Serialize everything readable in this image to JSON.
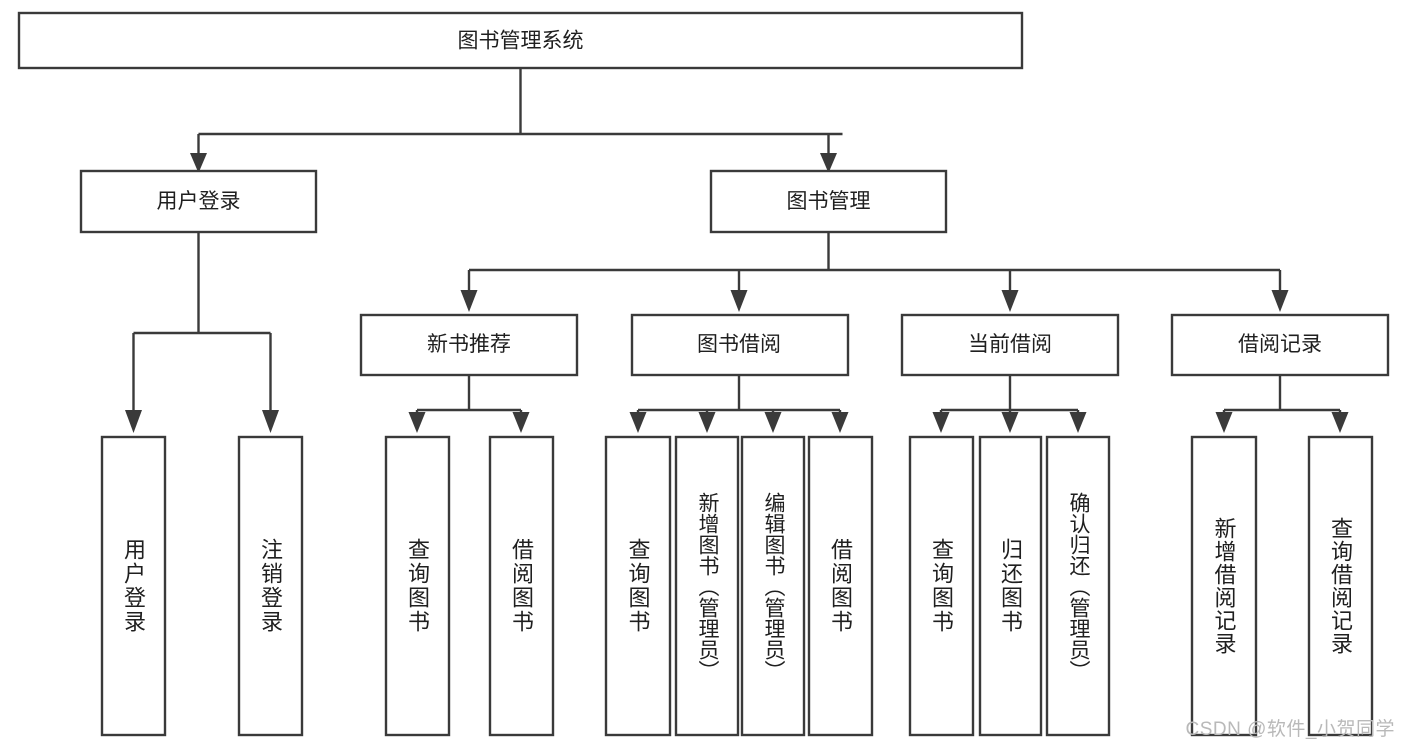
{
  "diagram": {
    "type": "tree",
    "title": "图书管理系统",
    "watermark": "CSDN @软件_小贺同学",
    "colors": {
      "box_stroke": "#3a3a3a",
      "box_fill": "#ffffff",
      "text": "#1f1f1f",
      "background": "#ffffff",
      "watermark": "#b9b9b9"
    },
    "root": {
      "label": "图书管理系统"
    },
    "level2": [
      {
        "label": "用户登录"
      },
      {
        "label": "图书管理"
      }
    ],
    "level3": [
      {
        "label": "新书推荐"
      },
      {
        "label": "图书借阅"
      },
      {
        "label": "当前借阅"
      },
      {
        "label": "借阅记录"
      }
    ],
    "leaves": {
      "user_login": [
        {
          "label": "用户登录"
        },
        {
          "label": "注销登录"
        }
      ],
      "new_book": [
        {
          "label": "查询图书"
        },
        {
          "label": "借阅图书"
        }
      ],
      "book_borrow": [
        {
          "label": "查询图书"
        },
        {
          "label": "新增图书（管理员）"
        },
        {
          "label": "编辑图书（管理员）"
        },
        {
          "label": "借阅图书"
        }
      ],
      "current_borrow": [
        {
          "label": "查询图书"
        },
        {
          "label": "归还图书"
        },
        {
          "label": "确认归还（管理员）"
        }
      ],
      "borrow_record": [
        {
          "label": "新增借阅记录"
        },
        {
          "label": "查询借阅记录"
        }
      ]
    }
  }
}
